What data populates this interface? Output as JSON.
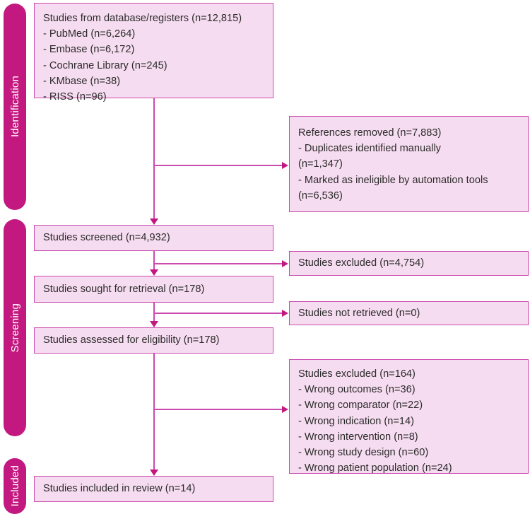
{
  "diagram": {
    "title": "PRISMA flow diagram",
    "colors": {
      "band": "#c2187f",
      "box_fill": "#f6dcf0",
      "box_border": "#cb4aae",
      "arrow": "#c2187f",
      "text": "#2b2b2b",
      "band_label": "#ffffff"
    }
  },
  "stages": [
    {
      "id": "identification",
      "label": "Identification"
    },
    {
      "id": "screening",
      "label": "Screening"
    },
    {
      "id": "included",
      "label": "Included"
    }
  ],
  "boxes": {
    "records_identified": {
      "text": "Studies from database/registers (n=12,815)\n- PubMed (n=6,264)\n- Embase (n=6,172)\n- Cochrane Library (n=245)\n- KMbase (n=38)\n- RISS (n=96)"
    },
    "references_removed": {
      "text": "References removed (n=7,883)\n- Duplicates identified manually\n  (n=1,347)\n- Marked as ineligible by automation tools\n  (n=6,536)"
    },
    "studies_screened": {
      "text": "Studies screened (n=4,932)"
    },
    "studies_excluded_screening": {
      "text": "Studies excluded (n=4,754)"
    },
    "studies_sought": {
      "text": "Studies sought for retrieval (n=178)"
    },
    "studies_not_retrieved": {
      "text": "Studies not retrieved (n=0)"
    },
    "studies_assessed": {
      "text": "Studies assessed for eligibility (n=178)"
    },
    "studies_excluded_eligibility": {
      "text": "Studies excluded (n=164)\n- Wrong outcomes (n=36)\n- Wrong comparator (n=22)\n- Wrong indication (n=14)\n- Wrong intervention (n=8)\n- Wrong study design (n=60)\n- Wrong patient population (n=24)"
    },
    "studies_included": {
      "text": "Studies included in review (n=14)"
    }
  },
  "chart_data": {
    "type": "diagram",
    "diagram_type": "prisma-flow",
    "nodes": [
      {
        "id": "records_identified",
        "stage": "Identification",
        "label": "Studies from database/registers",
        "n": 12815,
        "sources": [
          {
            "name": "PubMed",
            "n": 6264
          },
          {
            "name": "Embase",
            "n": 6172
          },
          {
            "name": "Cochrane Library",
            "n": 245
          },
          {
            "name": "KMbase",
            "n": 38
          },
          {
            "name": "RISS",
            "n": 96
          }
        ]
      },
      {
        "id": "references_removed",
        "stage": "Identification",
        "label": "References removed",
        "n": 7883,
        "reasons": [
          {
            "name": "Duplicates identified manually",
            "n": 1347
          },
          {
            "name": "Marked as ineligible by automation tools",
            "n": 6536
          }
        ]
      },
      {
        "id": "studies_screened",
        "stage": "Screening",
        "label": "Studies screened",
        "n": 4932
      },
      {
        "id": "studies_excluded_screening",
        "stage": "Screening",
        "label": "Studies excluded",
        "n": 4754
      },
      {
        "id": "studies_sought",
        "stage": "Screening",
        "label": "Studies sought for retrieval",
        "n": 178
      },
      {
        "id": "studies_not_retrieved",
        "stage": "Screening",
        "label": "Studies not retrieved",
        "n": 0
      },
      {
        "id": "studies_assessed",
        "stage": "Screening",
        "label": "Studies assessed for eligibility",
        "n": 178
      },
      {
        "id": "studies_excluded_eligibility",
        "stage": "Screening",
        "label": "Studies excluded",
        "n": 164,
        "reasons": [
          {
            "name": "Wrong outcomes",
            "n": 36
          },
          {
            "name": "Wrong comparator",
            "n": 22
          },
          {
            "name": "Wrong indication",
            "n": 14
          },
          {
            "name": "Wrong intervention",
            "n": 8
          },
          {
            "name": "Wrong study design",
            "n": 60
          },
          {
            "name": "Wrong patient population",
            "n": 24
          }
        ]
      },
      {
        "id": "studies_included",
        "stage": "Included",
        "label": "Studies included in review",
        "n": 14
      }
    ],
    "edges": [
      {
        "from": "records_identified",
        "to": "references_removed",
        "direction": "right"
      },
      {
        "from": "records_identified",
        "to": "studies_screened",
        "direction": "down"
      },
      {
        "from": "studies_screened",
        "to": "studies_excluded_screening",
        "direction": "right"
      },
      {
        "from": "studies_screened",
        "to": "studies_sought",
        "direction": "down"
      },
      {
        "from": "studies_sought",
        "to": "studies_not_retrieved",
        "direction": "right"
      },
      {
        "from": "studies_sought",
        "to": "studies_assessed",
        "direction": "down"
      },
      {
        "from": "studies_assessed",
        "to": "studies_excluded_eligibility",
        "direction": "right"
      },
      {
        "from": "studies_assessed",
        "to": "studies_included",
        "direction": "down"
      }
    ]
  }
}
